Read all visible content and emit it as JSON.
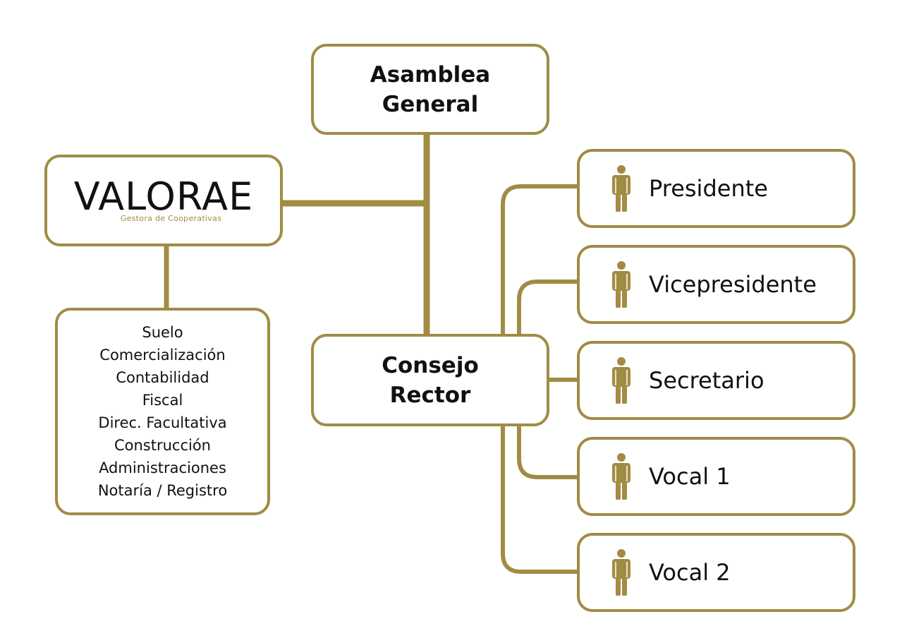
{
  "colors": {
    "accent": "#a08c44",
    "text": "#111111",
    "background": "#ffffff"
  },
  "top": {
    "title_line1": "Asamblea",
    "title_line2": "General"
  },
  "council": {
    "title_line1": "Consejo",
    "title_line2": "Rector"
  },
  "logo": {
    "name": "VALORAE",
    "tagline": "Gestora de Cooperativas"
  },
  "services": [
    "Suelo",
    "Comercialización",
    "Contabilidad",
    "Fiscal",
    "Direc. Facultativa",
    "Construcción",
    "Administraciones",
    "Notaría / Registro"
  ],
  "members": [
    {
      "label": "Presidente",
      "icon": "person-icon"
    },
    {
      "label": "Vicepresidente",
      "icon": "person-icon"
    },
    {
      "label": "Secretario",
      "icon": "person-icon"
    },
    {
      "label": "Vocal 1",
      "icon": "person-icon"
    },
    {
      "label": "Vocal 2",
      "icon": "person-icon"
    }
  ]
}
